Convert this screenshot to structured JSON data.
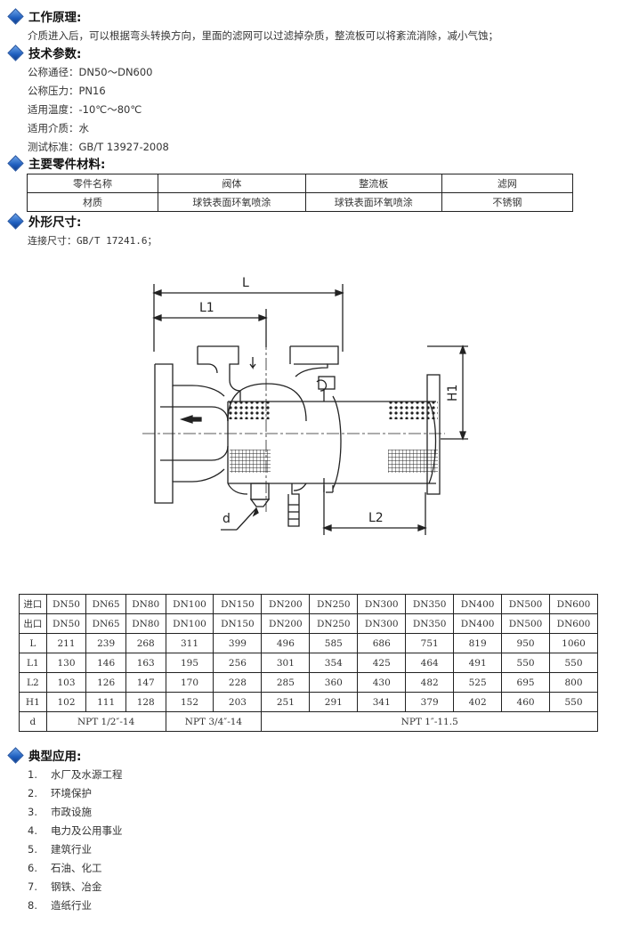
{
  "sections": {
    "working": {
      "title": "工作原理:",
      "text": "介质进入后，可以根据弯头转换方向，里面的滤网可以过滤掉杂质，整流板可以将紊流消除，减小气蚀；"
    },
    "tech": {
      "title": "技术参数:",
      "items": [
        "公称通径：DN50～DN600",
        "公称压力：PN16",
        "适用温度：-10℃～80℃",
        "适用介质：水",
        "测试标准：GB/T 13927-2008"
      ]
    },
    "materials": {
      "title": "主要零件材料:",
      "headers": [
        "零件名称",
        "阀体",
        "整流板",
        "滤网"
      ],
      "row": [
        "材质",
        "球铁表面环氧喷涂",
        "球铁表面环氧喷涂",
        "不锈钢"
      ]
    },
    "dimensions": {
      "title": "外形尺寸:",
      "connection": "连接尺寸：GB/T 17241.6；"
    },
    "applications": {
      "title": "典型应用:",
      "items": [
        {
          "num": "1.",
          "text": "水厂及水源工程"
        },
        {
          "num": "2.",
          "text": "环境保护"
        },
        {
          "num": "3.",
          "text": "市政设施"
        },
        {
          "num": "4.",
          "text": "电力及公用事业"
        },
        {
          "num": "5.",
          "text": "建筑行业"
        },
        {
          "num": "6.",
          "text": "石油、化工"
        },
        {
          "num": "7.",
          "text": "钢铁、冶金"
        },
        {
          "num": "8.",
          "text": "造纸行业"
        }
      ]
    }
  },
  "drawing_labels": {
    "L": "L",
    "L1": "L1",
    "L2": "L2",
    "H1": "H1",
    "d": "d"
  },
  "dim_table": {
    "rows": [
      [
        "进口",
        "DN50",
        "DN65",
        "DN80",
        "DN100",
        "DN150",
        "DN200",
        "DN250",
        "DN300",
        "DN350",
        "DN400",
        "DN500",
        "DN600"
      ],
      [
        "出口",
        "DN50",
        "DN65",
        "DN80",
        "DN100",
        "DN150",
        "DN200",
        "DN250",
        "DN300",
        "DN350",
        "DN400",
        "DN500",
        "DN600"
      ],
      [
        "L",
        "211",
        "239",
        "268",
        "311",
        "399",
        "496",
        "585",
        "686",
        "751",
        "819",
        "950",
        "1060"
      ],
      [
        "L1",
        "130",
        "146",
        "163",
        "195",
        "256",
        "301",
        "354",
        "425",
        "464",
        "491",
        "550",
        "550"
      ],
      [
        "L2",
        "103",
        "126",
        "147",
        "170",
        "228",
        "285",
        "360",
        "430",
        "482",
        "525",
        "695",
        "800"
      ],
      [
        "H1",
        "102",
        "111",
        "128",
        "152",
        "203",
        "251",
        "291",
        "341",
        "379",
        "402",
        "460",
        "550"
      ]
    ],
    "d_row": {
      "label": "d",
      "v1": "NPT 1/2″-14",
      "v2": "NPT 3/4″-14",
      "v3": "NPT 1″-11.5"
    }
  },
  "colors": {
    "heading_icon": "#1f5fbf",
    "border": "#222222"
  }
}
